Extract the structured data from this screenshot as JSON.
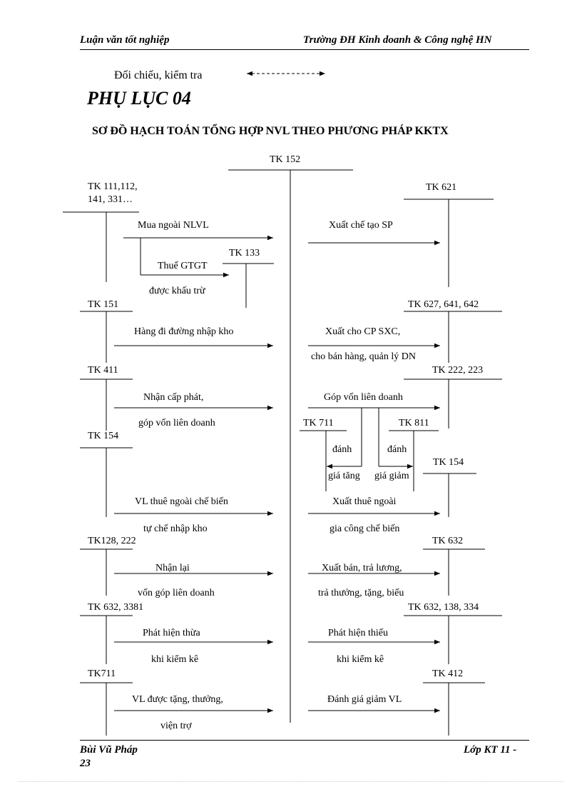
{
  "header": {
    "left": "Luận văn tốt nghiệp",
    "right": "Trường ĐH Kinh doanh & Công nghệ HN"
  },
  "legend": {
    "text": "Đối chiếu, kiểm tra"
  },
  "appendix_title": "PHỤ LỤC 04",
  "diagram_title": "SƠ ĐỒ HẠCH TOÁN TỔNG HỢP NVL THEO PHƯƠNG PHÁP KKTX",
  "center_account": "TK 152",
  "left_accounts": [
    "TK 111,112,",
    "141, 331…",
    "TK 151",
    "TK 411",
    "TK 154",
    "TK128, 222",
    "TK 632, 3381",
    "TK711"
  ],
  "left_flows": [
    "Mua ngoài NLVL",
    "Hàng đi đường nhập kho",
    "Nhận cấp phát,",
    "góp vốn liên doanh",
    "VL thuê ngoài chế biến",
    "tự chế nhập kho",
    "Nhận lại",
    "vốn góp liên doanh",
    "Phát hiện thừa",
    "khi kiểm kê",
    "VL được tặng, thưởng,",
    "viện trợ"
  ],
  "vat": {
    "account": "TK 133",
    "label": "Thuế GTGT",
    "sublabel": "được khấu trừ"
  },
  "right_accounts": [
    "TK 621",
    "TK 627, 641, 642",
    "TK 222, 223",
    "TK 154",
    "TK 632",
    "TK 632, 138, 334",
    "TK 412"
  ],
  "right_flows": [
    "Xuất chế tạo SP",
    "Xuất cho CP SXC,",
    "cho bán hàng, quản lý DN",
    "Góp vốn liên doanh",
    "Xuất thuê ngoài",
    "gia công chế biến",
    "Xuất bán, trả lương,",
    "trả thưởng, tặng, biếu",
    "Phát hiện thiếu",
    "khi kiểm kê",
    "Đánh giá giảm VL"
  ],
  "jv": {
    "gain_account": "TK 711",
    "loss_account": "TK 811",
    "gain_label_1": "đánh",
    "gain_label_2": "giá tăng",
    "loss_label_1": "đánh",
    "loss_label_2": "giá giảm"
  },
  "footer": {
    "author": "Bùi Vũ Pháp",
    "page": "23",
    "class": "Lớp KT 11 -"
  }
}
